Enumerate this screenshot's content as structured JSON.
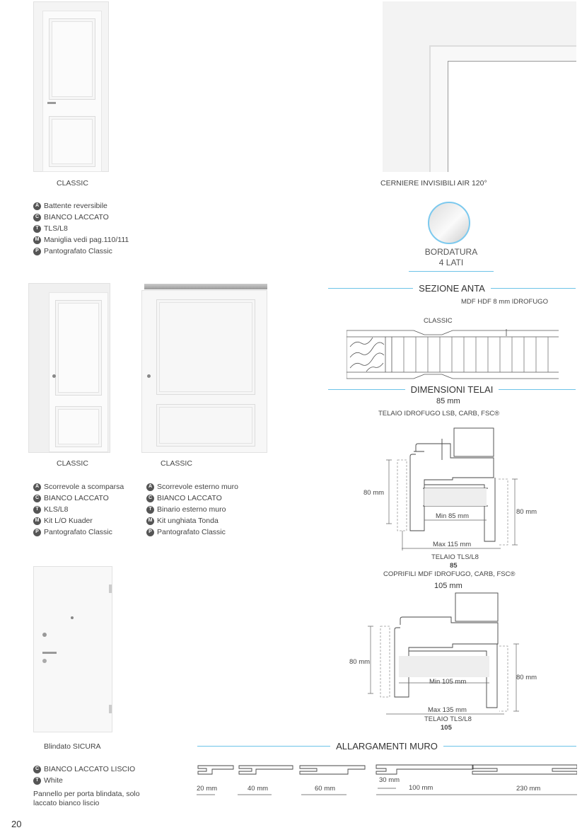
{
  "page_number": "20",
  "door1": {
    "caption": "CLASSIC",
    "specs": [
      {
        "badge": "A",
        "text": "Battente reversibile"
      },
      {
        "badge": "C",
        "text": "BIANCO LACCATO"
      },
      {
        "badge": "T",
        "text": "TLS/L8"
      },
      {
        "badge": "M",
        "text": "Maniglia vedi pag.110/111"
      },
      {
        "badge": "P",
        "text": "Pantografato Classic"
      }
    ]
  },
  "hinge": {
    "caption": "CERNIERE INVISIBILI AIR 120°"
  },
  "bordatura": {
    "line1": "BORDATURA",
    "line2": "4 LATI"
  },
  "door2": {
    "caption": "CLASSIC",
    "specs": [
      {
        "badge": "A",
        "text": "Scorrevole a scomparsa"
      },
      {
        "badge": "C",
        "text": "BIANCO LACCATO"
      },
      {
        "badge": "T",
        "text": "KLS/L8"
      },
      {
        "badge": "M",
        "text": "Kit L/O Kuader"
      },
      {
        "badge": "P",
        "text": "Pantografato Classic"
      }
    ]
  },
  "door3": {
    "caption": "CLASSIC",
    "specs": [
      {
        "badge": "A",
        "text": "Scorrevole esterno muro"
      },
      {
        "badge": "C",
        "text": "BIANCO LACCATO"
      },
      {
        "badge": "T",
        "text": "Binario esterno muro"
      },
      {
        "badge": "M",
        "text": "Kit unghiata Tonda"
      },
      {
        "badge": "P",
        "text": "Pantografato Classic"
      }
    ]
  },
  "door4": {
    "caption": "Blindato SICURA",
    "specs": [
      {
        "badge": "C",
        "text": "BIANCO LACCATO LISCIO"
      },
      {
        "badge": "T",
        "text": "White"
      }
    ],
    "note": "Pannello per porta blindata, solo laccato bianco liscio"
  },
  "sezione_anta": {
    "title": "SEZIONE ANTA",
    "material": "MDF HDF 8 mm IDROFUGO",
    "model": "CLASSIC"
  },
  "dimensioni_telai": {
    "title": "DIMENSIONI TELAI",
    "frame85": {
      "size": "85 mm",
      "label": "TELAIO IDROFUGO LSB, CARB, FSC®",
      "left_h": "80 mm",
      "right_h": "80 mm",
      "min": "Min 85 mm",
      "max": "Max 115 mm",
      "telaio": "TELAIO TLS/L8",
      "telaio_num": "85",
      "coprifili": "COPRIFILI MDF IDROFUGO, CARB, FSC®"
    },
    "frame105": {
      "size": "105 mm",
      "left_h": "80 mm",
      "right_h": "80 mm",
      "min": "Min 105 mm",
      "max": "Max 135 mm",
      "telaio": "TELAIO TLS/L8",
      "telaio_num": "105"
    }
  },
  "allargamenti": {
    "title": "ALLARGAMENTI MURO",
    "items": [
      "20 mm",
      "40 mm",
      "60 mm",
      "100 mm",
      "230 mm"
    ],
    "extra": "30 mm"
  },
  "colors": {
    "accent_line": "#6cc3e8",
    "badge": "#555555"
  }
}
